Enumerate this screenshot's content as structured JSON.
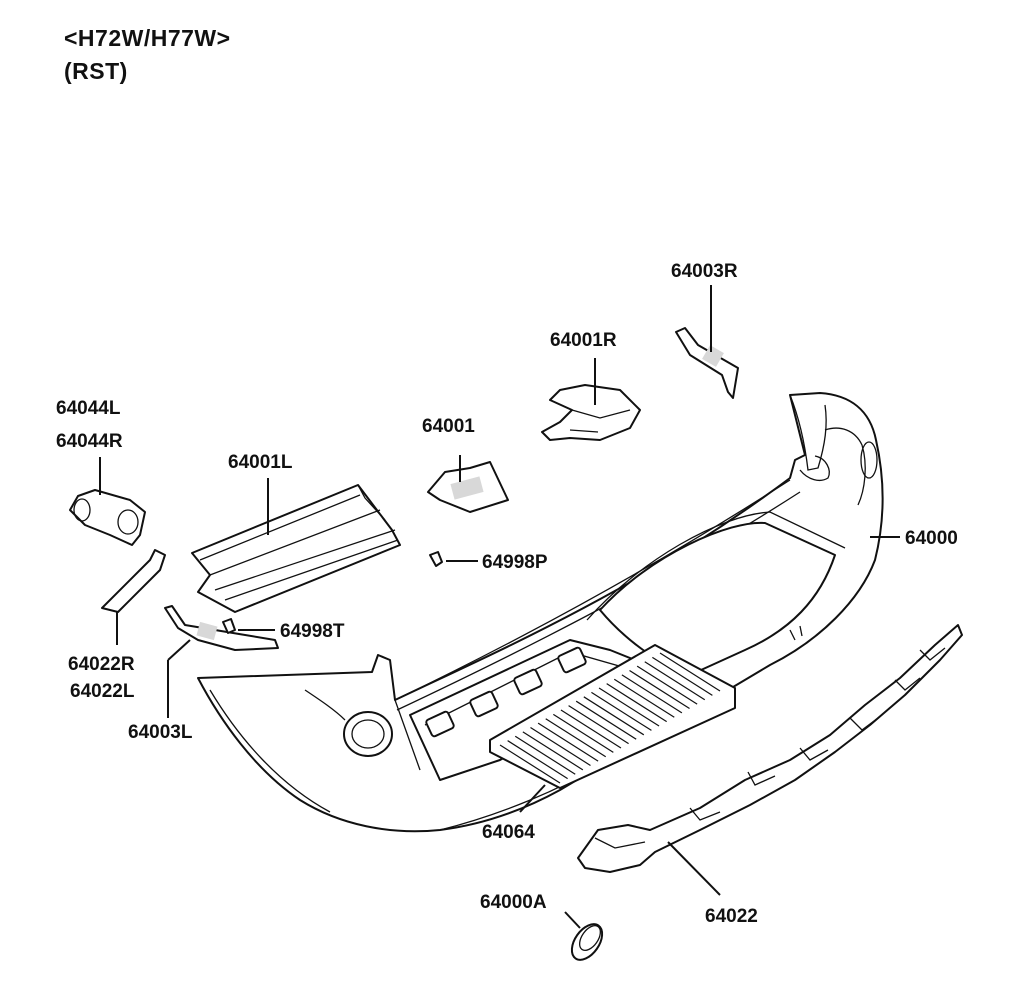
{
  "header": {
    "model": "<H72W/H77W>",
    "variant": "(RST)"
  },
  "parts": [
    {
      "id": "rear-bumper",
      "number": "64000"
    },
    {
      "id": "bumper-cap",
      "number": "64000A"
    },
    {
      "id": "bumper-reinforcement",
      "number": "64001"
    },
    {
      "id": "left-absorber",
      "number": "64001L"
    },
    {
      "id": "right-absorber",
      "number": "64001R"
    },
    {
      "id": "left-bracket",
      "number": "64003L"
    },
    {
      "id": "right-bracket",
      "number": "64003R"
    },
    {
      "id": "lower-garnish",
      "number": "64022"
    },
    {
      "id": "side-garnish-r",
      "number": "64022R"
    },
    {
      "id": "side-garnish-l",
      "number": "64022L"
    },
    {
      "id": "reflector-l",
      "number": "64044L"
    },
    {
      "id": "reflector-r",
      "number": "64044R"
    },
    {
      "id": "step-pad",
      "number": "64064"
    },
    {
      "id": "clip-p",
      "number": "64998P"
    },
    {
      "id": "clip-t",
      "number": "64998T"
    }
  ]
}
